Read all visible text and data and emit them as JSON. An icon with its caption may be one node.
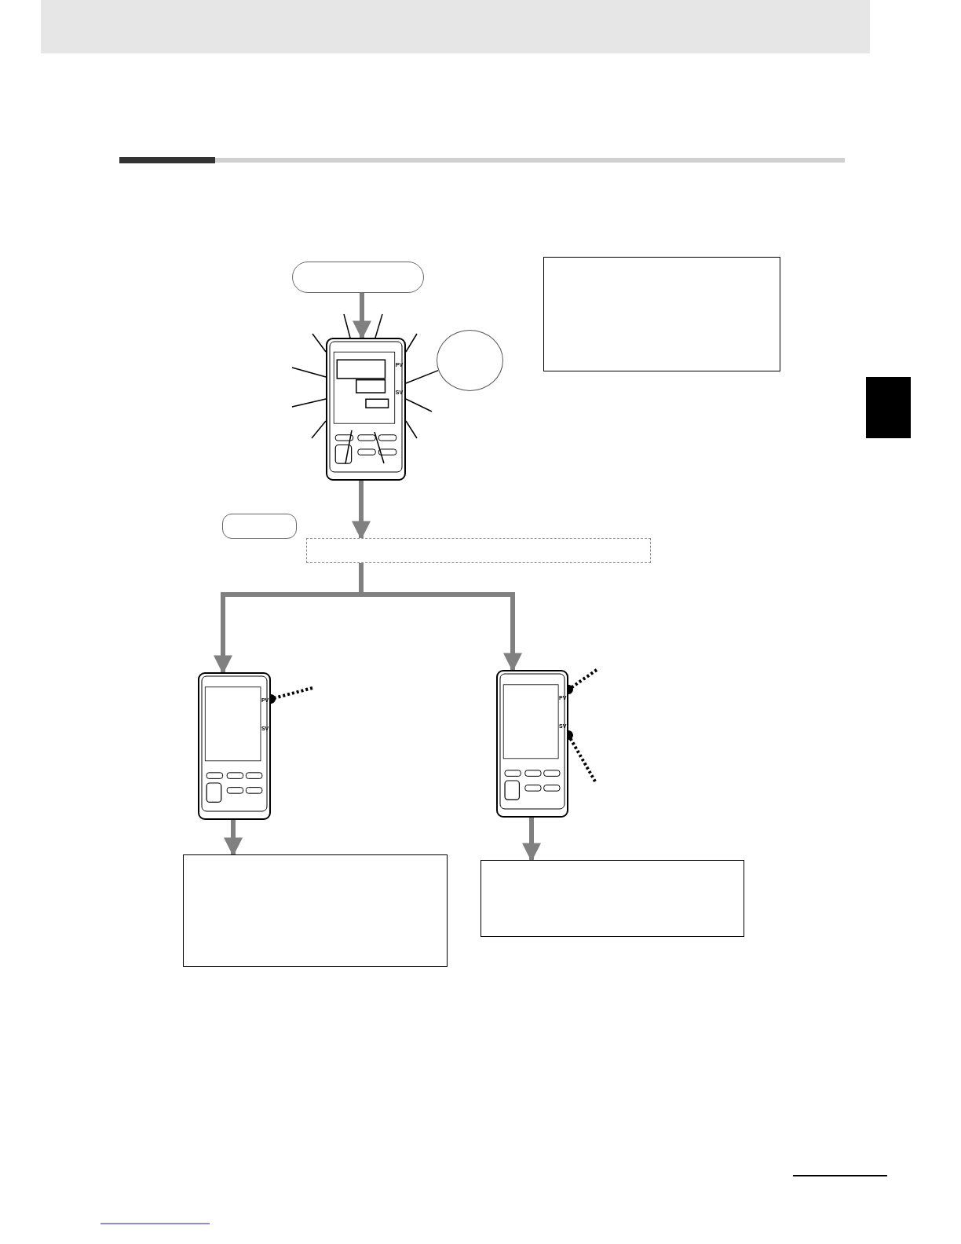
{
  "diagram": {
    "nodes": [
      {
        "text": [],
        "shape": "box"
      },
      {
        "text": [],
        "shape": "box"
      },
      {
        "text": [],
        "shape": "ellipse"
      },
      {
        "text": [
          "PV",
          "SV"
        ]
      },
      {
        "text": [],
        "shape": "box"
      },
      {
        "text": [],
        "shape": "box"
      },
      {
        "text": [
          "PV",
          "SV"
        ]
      },
      {
        "text": [
          "PV",
          "SV"
        ]
      },
      {
        "text": [],
        "shape": "box"
      },
      {
        "text": [],
        "shape": "box"
      },
      {
        "text": [],
        "shape": "bar"
      },
      {
        "text": [],
        "shape": "box"
      }
    ],
    "edges": [
      {
        "from": 0,
        "to": 3,
        "arrow": "to",
        "style": "thick",
        "color": "#808080"
      },
      {
        "from": 2,
        "to": 3,
        "arrow": "none"
      },
      {
        "from": null,
        "to": 3,
        "arrow": "none"
      },
      {
        "from": null,
        "to": 3,
        "arrow": "none"
      },
      {
        "from": null,
        "to": 3,
        "arrow": "none"
      },
      {
        "from": null,
        "to": 3,
        "arrow": "none"
      },
      {
        "from": null,
        "to": 3,
        "arrow": "none"
      },
      {
        "from": null,
        "to": 3,
        "arrow": "none"
      },
      {
        "from": null,
        "to": 3,
        "arrow": "none"
      },
      {
        "from": null,
        "to": 3,
        "arrow": "none"
      },
      {
        "from": null,
        "to": 3,
        "arrow": "none"
      },
      {
        "from": 3,
        "to": 5,
        "arrow": "to",
        "style": "thick",
        "color": "#808080"
      },
      {
        "from": 5,
        "to": 6,
        "arrow": "to",
        "style": "thick",
        "color": "#808080"
      },
      {
        "from": 5,
        "to": 7,
        "arrow": "to",
        "style": "thick",
        "color": "#808080"
      },
      {
        "from": null,
        "to": 6,
        "arrow": "other",
        "style": "dashed"
      },
      {
        "from": null,
        "to": 7,
        "arrow": "other",
        "style": "dashed"
      },
      {
        "from": null,
        "to": 7,
        "arrow": "other",
        "style": "dashed"
      },
      {
        "from": 6,
        "to": 8,
        "arrow": "to",
        "style": "thick",
        "color": "#808080"
      },
      {
        "from": 7,
        "to": 9,
        "arrow": "to",
        "style": "thick",
        "color": "#808080"
      }
    ]
  }
}
